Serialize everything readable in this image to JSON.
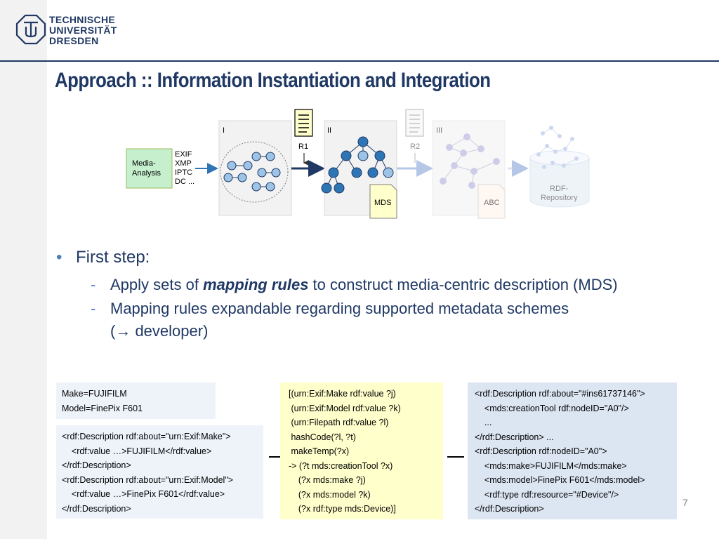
{
  "university": {
    "line1": "TECHNISCHE",
    "line2": "UNIVERSITÄT",
    "line3": "DRESDEN"
  },
  "title": "Approach :: Information Instantiation and Integration",
  "diagram": {
    "media_analysis": [
      "Media-",
      "Analysis"
    ],
    "formats": [
      "EXIF",
      "XMP",
      "IPTC",
      "DC ..."
    ],
    "stage1": "I",
    "stage2": "II",
    "stage3": "III",
    "rule1": "R1",
    "rule2": "R2",
    "mds_label": "MDS",
    "abc_label": "ABC",
    "repository": [
      "RDF-",
      "Repository"
    ]
  },
  "bullets": {
    "first_step": "First step:",
    "sub1_prefix": "Apply sets of ",
    "sub1_emph": "mapping rules",
    "sub1_suffix": " to construct media-centric description (MDS)",
    "sub2_line1": "Mapping rules expandable regarding supported metadata schemes",
    "sub2_arrow": "(",
    "sub2_arrow_glyph": "→",
    "sub2_rest": " developer)"
  },
  "boxes": {
    "make_model": "Make=FUJIFILM\nModel=FinePix F601",
    "rdf_input": "<rdf:Description rdf:about=\"urn:Exif:Make\">\n    <rdf:value …>FUJIFILM</rdf:value>\n</rdf:Description>\n<rdf:Description rdf:about=\"urn:Exif:Model\">\n    <rdf:value …>FinePix F601</rdf:value>\n</rdf:Description>",
    "rules": "[(urn:Exif:Make rdf:value ?j)\n (urn:Exif:Model rdf:value ?k)\n (urn:Filepath rdf:value ?l)\n hashCode(?l, ?t)\n makeTemp(?x)\n-> (?t mds:creationTool ?x)\n    (?x mds:make ?j)\n    (?x mds:model ?k)\n    (?x rdf:type mds:Device)]",
    "rdf_output": "<rdf:Description rdf:about=\"#ins61737146\">\n    <mds:creationTool rdf:nodeID=\"A0\"/>\n    ...\n</rdf:Description> ...\n<rdf:Description rdf:nodeID=\"A0\">\n    <mds:make>FUJIFILM</mds:make>\n    <mds:model>FinePix F601</mds:model>\n    <rdf:type rdf:resource=\"#Device\"/>\n</rdf:Description>"
  },
  "page_number": "7",
  "colors": {
    "title": "#1f3864",
    "bullet_accent": "#4a7fc1",
    "node_fill": "#9dc3e6",
    "node_dark": "#2e75b6",
    "media_box": "#c6efce",
    "rules_box": "#ffffcc",
    "output_box": "#dce6f2"
  }
}
